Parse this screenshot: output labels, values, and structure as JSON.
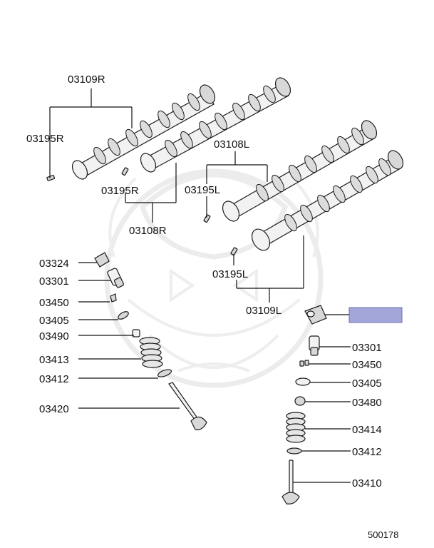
{
  "callouts": {
    "c03109R_top": "03109R",
    "c03195R_left": "03195R",
    "c03195R_mid": "03195R",
    "c03108R": "03108R",
    "c03108L": "03108L",
    "c03195L_upper": "03195L",
    "c03195L_lower": "03195L",
    "c03109L": "03109L",
    "c03324": "03324",
    "c03301_left": "03301",
    "c03450_left": "03450",
    "c03405_left": "03405",
    "c03490": "03490",
    "c03413": "03413",
    "c03412_left": "03412",
    "c03420": "03420",
    "c03301_right": "03301",
    "c03450_right": "03450",
    "c03405_right": "03405",
    "c03480": "03480",
    "c03414": "03414",
    "c03412_right": "03412",
    "c03410": "03410"
  },
  "diagram_number": "500178",
  "colors": {
    "highlight_box": "#a3a6d8",
    "highlight_border": "#6c6fb0",
    "line": "#111111",
    "watermark": "#ececec"
  }
}
